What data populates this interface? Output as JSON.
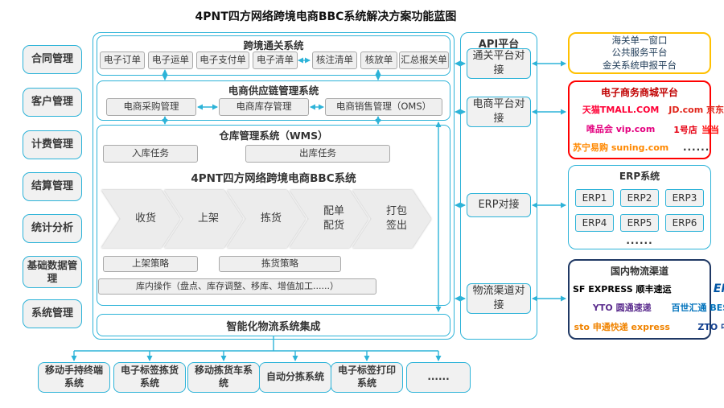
{
  "colors": {
    "accent": "#2db3d8",
    "gov_border": "#ffc000",
    "mall_border": "#ff0000",
    "erp_border": "#2db3d8",
    "logistics_border": "#1f3864"
  },
  "title": "4PNT四方网络跨境电商BBC系统解决方案功能蓝图",
  "sidebar": {
    "items": [
      "合同管理",
      "客户管理",
      "计费管理",
      "结算管理",
      "统计分析",
      "基础数据管理",
      "系统管理"
    ]
  },
  "customs": {
    "title": "跨境通关系统",
    "items": [
      "电子订单",
      "电子运单",
      "电子支付单",
      "电子清单",
      "核注清单",
      "核放单",
      "汇总报关单"
    ]
  },
  "supply": {
    "title": "电商供应链管理系统",
    "items": [
      "电商采购管理",
      "电商库存管理",
      "电商销售管理（OMS）"
    ]
  },
  "wms": {
    "title": "仓库管理系统（WMS）",
    "inbound": "入库任务",
    "outbound": "出库任务",
    "core_title": "4PNT四方网络跨境电商BBC系统",
    "flow": [
      "收货",
      "上架",
      "拣货",
      "配单配货",
      "打包签出"
    ],
    "putaway_strategy": "上架策略",
    "picking_strategy": "拣货策略",
    "inner_ops": "库内操作（盘点、库存调整、移库、增值加工......）"
  },
  "integration": {
    "title": "智能化物流系统集成"
  },
  "api": {
    "title": "API平台",
    "items": [
      "通关平台对接",
      "电商平台对接",
      "ERP对接",
      "物流渠道对接"
    ]
  },
  "right": {
    "gov": {
      "lines": [
        "海关单一窗口",
        "公共服务平台",
        "金关系统申报平台"
      ]
    },
    "mall": {
      "title": "电子商务商城平台",
      "logos": [
        {
          "text": "天猫TMALL.COM",
          "style": "color:#ff0036"
        },
        {
          "text": "JD.com 京东",
          "style": "color:#e1251b"
        },
        {
          "text": "唯品会 vip.com",
          "style": "color:#e4007f"
        },
        {
          "text": "1号店",
          "style": "color:#e60012"
        },
        {
          "text": "当当",
          "style": "color:#ff0000"
        },
        {
          "text": "苏宁易购 suning.com",
          "style": "color:#ff8800"
        }
      ],
      "more": "......"
    },
    "erp": {
      "title": "ERP系统",
      "items": [
        "ERP1",
        "ERP2",
        "ERP3",
        "ERP4",
        "ERP5",
        "ERP6"
      ],
      "more": "......"
    },
    "logistics": {
      "title": "国内物流渠道",
      "logos": [
        {
          "text": "SF EXPRESS 顺丰速运",
          "style": "color:#000000"
        },
        {
          "text": "EMS",
          "style": "color:#0055a5;font-style:italic;font-size:14px"
        },
        {
          "text": "YTO 圆通速递",
          "style": "color:#5b2d8e"
        },
        {
          "text": "百世汇通 BEST EXPRESS",
          "style": "color:#0072bc"
        },
        {
          "text": "sto 申通快递 express",
          "style": "color:#f08300"
        },
        {
          "text": "ZTO 中通快递",
          "style": "color:#123f8f"
        }
      ]
    }
  },
  "bottom": {
    "items": [
      "移动手持终端系统",
      "电子标签拣货系统",
      "移动拣货车系统",
      "自动分拣系统",
      "电子标签打印系统",
      "......"
    ]
  }
}
